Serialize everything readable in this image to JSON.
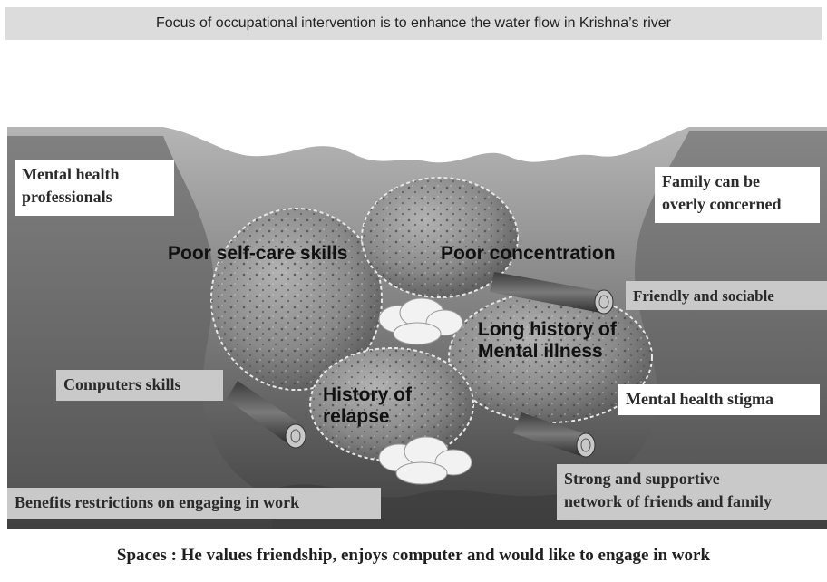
{
  "title": "Focus of occupational intervention is to enhance the water flow in Krishna’s river",
  "labels": {
    "mental_health_professionals": [
      "Mental  health",
      "professionals"
    ],
    "family_overly_concerned": [
      "Family can be",
      "overly concerned"
    ],
    "friendly_sociable": "Friendly and sociable",
    "computers_skills": "Computers skills",
    "mental_health_stigma": "Mental health stigma",
    "supportive_network": [
      "Strong and supportive",
      "network of friends and family"
    ],
    "benefits_restrictions": "Benefits restrictions on engaging in work"
  },
  "rocks": {
    "poor_self_care": "Poor self-care skills",
    "poor_concentration": "Poor concentration",
    "long_history": [
      "Long history of",
      "Mental illness"
    ],
    "history_relapse": [
      "History of",
      "relapse"
    ]
  },
  "footer": "Spaces : He values friendship, enjoys computer and would like to engage in  work",
  "colors": {
    "banner": "#dcdcdc",
    "river_dark": "#4a4a4a",
    "river_light": "#9a9a9a",
    "rock": "#8a8a8a",
    "log": "#5e5e5e",
    "label_bg": "#ffffff",
    "label_grey_bg": "#c9c9c9"
  },
  "icons": [
    "rock",
    "driftwood-log",
    "debris-cloud"
  ]
}
